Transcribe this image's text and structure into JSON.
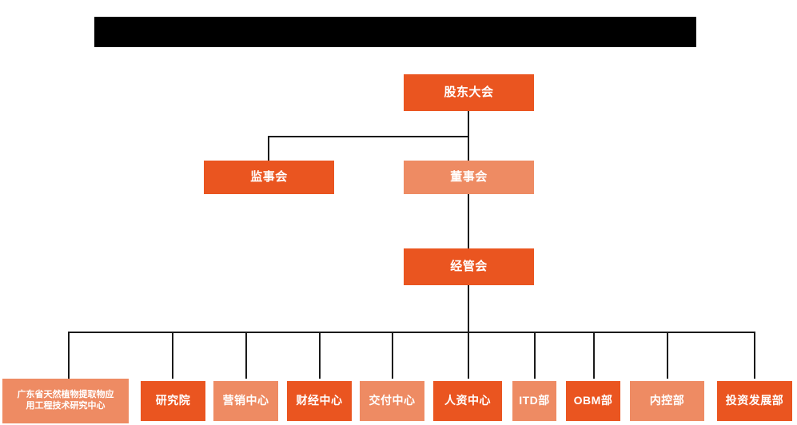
{
  "chart_data": {
    "type": "diagram",
    "title": "",
    "diagram_kind": "organization-chart",
    "orientation": "top-down",
    "background": "#ffffff",
    "colors": {
      "node_dark": "#EA5520",
      "node_light": "#EE8B63",
      "connector": "#1a1a1a",
      "node_text": "#ffffff",
      "redaction": "#000000"
    },
    "levels": [
      {
        "level": 1,
        "nodes": [
          "shareholders_meeting"
        ]
      },
      {
        "level": 2,
        "nodes": [
          "supervisory_board",
          "board_of_directors"
        ]
      },
      {
        "level": 3,
        "nodes": [
          "management_committee"
        ]
      },
      {
        "level": 4,
        "nodes": [
          "engineering_research_center",
          "research_institute",
          "marketing_center",
          "finance_center",
          "delivery_center",
          "hr_center",
          "itd_department",
          "obm_department",
          "internal_control_department",
          "investment_development_department"
        ]
      }
    ],
    "edges": [
      {
        "from": "shareholders_meeting",
        "to": "supervisory_board"
      },
      {
        "from": "shareholders_meeting",
        "to": "board_of_directors"
      },
      {
        "from": "board_of_directors",
        "to": "management_committee"
      },
      {
        "from": "management_committee",
        "to": "engineering_research_center"
      },
      {
        "from": "management_committee",
        "to": "research_institute"
      },
      {
        "from": "management_committee",
        "to": "marketing_center"
      },
      {
        "from": "management_committee",
        "to": "finance_center"
      },
      {
        "from": "management_committee",
        "to": "delivery_center"
      },
      {
        "from": "management_committee",
        "to": "hr_center"
      },
      {
        "from": "management_committee",
        "to": "itd_department"
      },
      {
        "from": "management_committee",
        "to": "obm_department"
      },
      {
        "from": "management_committee",
        "to": "internal_control_department"
      },
      {
        "from": "management_committee",
        "to": "investment_development_department"
      }
    ]
  },
  "header": {
    "redacted_banner_label": ""
  },
  "nodes": {
    "shareholders_meeting": {
      "label": "股东大会",
      "shade": "dark"
    },
    "supervisory_board": {
      "label": "监事会",
      "shade": "dark"
    },
    "board_of_directors": {
      "label": "董事会",
      "shade": "light"
    },
    "management_committee": {
      "label": "经管会",
      "shade": "dark"
    },
    "engineering_research_center": {
      "label_line1": "广东省天然植物提取物应",
      "label_line2": "用工程技术研究中心",
      "shade": "light"
    },
    "research_institute": {
      "label": "研究院",
      "shade": "dark"
    },
    "marketing_center": {
      "label": "营销中心",
      "shade": "light"
    },
    "finance_center": {
      "label": "财经中心",
      "shade": "dark"
    },
    "delivery_center": {
      "label": "交付中心",
      "shade": "light"
    },
    "hr_center": {
      "label": "人资中心",
      "shade": "dark"
    },
    "itd_department": {
      "label": "ITD部",
      "shade": "light"
    },
    "obm_department": {
      "label": "OBM部",
      "shade": "dark"
    },
    "internal_control_department": {
      "label": "内控部",
      "shade": "light"
    },
    "investment_development_department": {
      "label": "投资发展部",
      "shade": "dark"
    }
  }
}
